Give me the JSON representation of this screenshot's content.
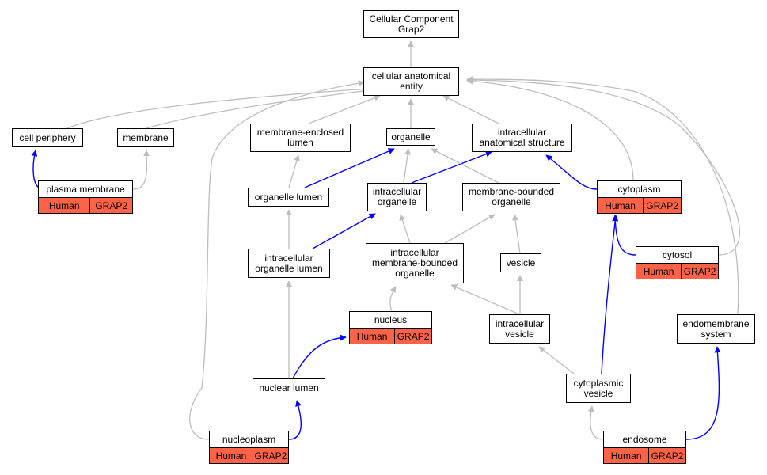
{
  "colors": {
    "gray_edge": "#bdbdbd",
    "blue_edge": "#0000ff",
    "annotation": "#ff6347"
  },
  "nodes": {
    "root": {
      "label": "Cellular Component\nGrap2"
    },
    "cae": {
      "label": "cellular anatomical\nentity"
    },
    "cell_periphery": {
      "label": "cell periphery"
    },
    "membrane": {
      "label": "membrane"
    },
    "mel": {
      "label": "membrane-enclosed\nlumen"
    },
    "organelle": {
      "label": "organelle"
    },
    "ias": {
      "label": "intracellular\nanatomical structure"
    },
    "plasma_membrane": {
      "label": "plasma membrane",
      "species": "Human",
      "gene": "GRAP2"
    },
    "organelle_lumen": {
      "label": "organelle lumen"
    },
    "io": {
      "label": "intracellular\norganelle"
    },
    "mbo": {
      "label": "membrane-bounded\norganelle"
    },
    "cytoplasm": {
      "label": "cytoplasm",
      "species": "Human",
      "gene": "GRAP2"
    },
    "iol": {
      "label": "intracellular\norganelle lumen"
    },
    "imbo": {
      "label": "intracellular\nmembrane-bounded\norganelle"
    },
    "vesicle": {
      "label": "vesicle"
    },
    "cytosol": {
      "label": "cytosol",
      "species": "Human",
      "gene": "GRAP2"
    },
    "nucleus": {
      "label": "nucleus",
      "species": "Human",
      "gene": "GRAP2"
    },
    "ivesicle": {
      "label": "intracellular\nvesicle"
    },
    "endomembrane": {
      "label": "endomembrane\nsystem"
    },
    "nuclear_lumen": {
      "label": "nuclear lumen"
    },
    "cvesicle": {
      "label": "cytoplasmic\nvesicle"
    },
    "nucleoplasm": {
      "label": "nucleoplasm",
      "species": "Human",
      "gene": "GRAP2"
    },
    "endosome": {
      "label": "endosome",
      "species": "Human",
      "gene": "GRAP2"
    }
  },
  "edges": [
    {
      "from": "cae",
      "to": "root",
      "type": "gray"
    },
    {
      "from": "cell_periphery",
      "to": "cae",
      "type": "gray"
    },
    {
      "from": "membrane",
      "to": "cae",
      "type": "gray"
    },
    {
      "from": "mel",
      "to": "cae",
      "type": "gray"
    },
    {
      "from": "organelle",
      "to": "cae",
      "type": "gray"
    },
    {
      "from": "ias",
      "to": "cae",
      "type": "gray"
    },
    {
      "from": "cytoplasm",
      "to": "cae",
      "type": "gray"
    },
    {
      "from": "cytosol",
      "to": "cae",
      "type": "gray"
    },
    {
      "from": "endomembrane",
      "to": "cae",
      "type": "gray"
    },
    {
      "from": "nucleoplasm",
      "to": "cae",
      "type": "gray"
    },
    {
      "from": "plasma_membrane",
      "to": "cell_periphery",
      "type": "blue"
    },
    {
      "from": "plasma_membrane",
      "to": "membrane",
      "type": "gray"
    },
    {
      "from": "organelle_lumen",
      "to": "mel",
      "type": "gray"
    },
    {
      "from": "organelle_lumen",
      "to": "organelle",
      "type": "blue"
    },
    {
      "from": "io",
      "to": "organelle",
      "type": "gray"
    },
    {
      "from": "io",
      "to": "ias",
      "type": "blue"
    },
    {
      "from": "mbo",
      "to": "organelle",
      "type": "gray"
    },
    {
      "from": "cytoplasm",
      "to": "ias",
      "type": "blue"
    },
    {
      "from": "iol",
      "to": "organelle_lumen",
      "type": "gray"
    },
    {
      "from": "iol",
      "to": "io",
      "type": "blue"
    },
    {
      "from": "imbo",
      "to": "io",
      "type": "gray"
    },
    {
      "from": "imbo",
      "to": "mbo",
      "type": "gray"
    },
    {
      "from": "vesicle",
      "to": "mbo",
      "type": "gray"
    },
    {
      "from": "cytosol",
      "to": "cytoplasm",
      "type": "blue"
    },
    {
      "from": "nucleus",
      "to": "imbo",
      "type": "gray"
    },
    {
      "from": "ivesicle",
      "to": "imbo",
      "type": "gray"
    },
    {
      "from": "ivesicle",
      "to": "vesicle",
      "type": "gray"
    },
    {
      "from": "nuclear_lumen",
      "to": "iol",
      "type": "gray"
    },
    {
      "from": "nuclear_lumen",
      "to": "nucleus",
      "type": "blue"
    },
    {
      "from": "cvesicle",
      "to": "ivesicle",
      "type": "gray"
    },
    {
      "from": "cvesicle",
      "to": "cytoplasm",
      "type": "blue"
    },
    {
      "from": "nucleoplasm",
      "to": "nuclear_lumen",
      "type": "blue"
    },
    {
      "from": "endosome",
      "to": "cvesicle",
      "type": "gray"
    },
    {
      "from": "endosome",
      "to": "endomembrane",
      "type": "blue"
    }
  ]
}
